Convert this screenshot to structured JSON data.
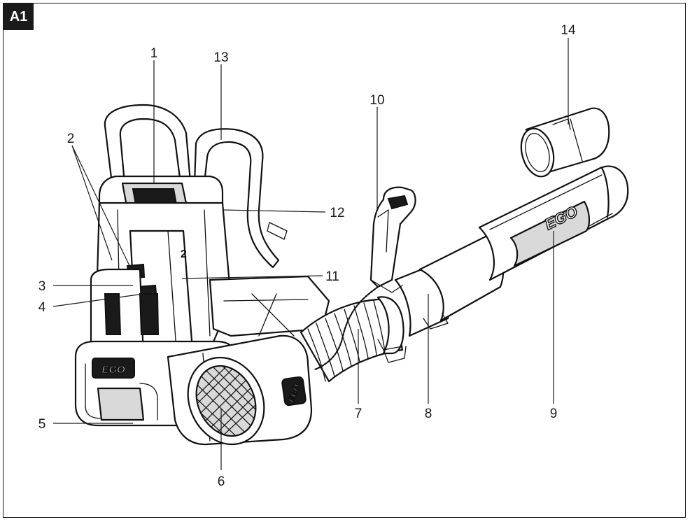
{
  "figure_tag": "A1",
  "brand_marking": "EGO",
  "battery_marking": "2",
  "callouts": [
    "1",
    "2",
    "3",
    "4",
    "5",
    "6",
    "7",
    "8",
    "9",
    "10",
    "11",
    "12",
    "13",
    "14"
  ]
}
